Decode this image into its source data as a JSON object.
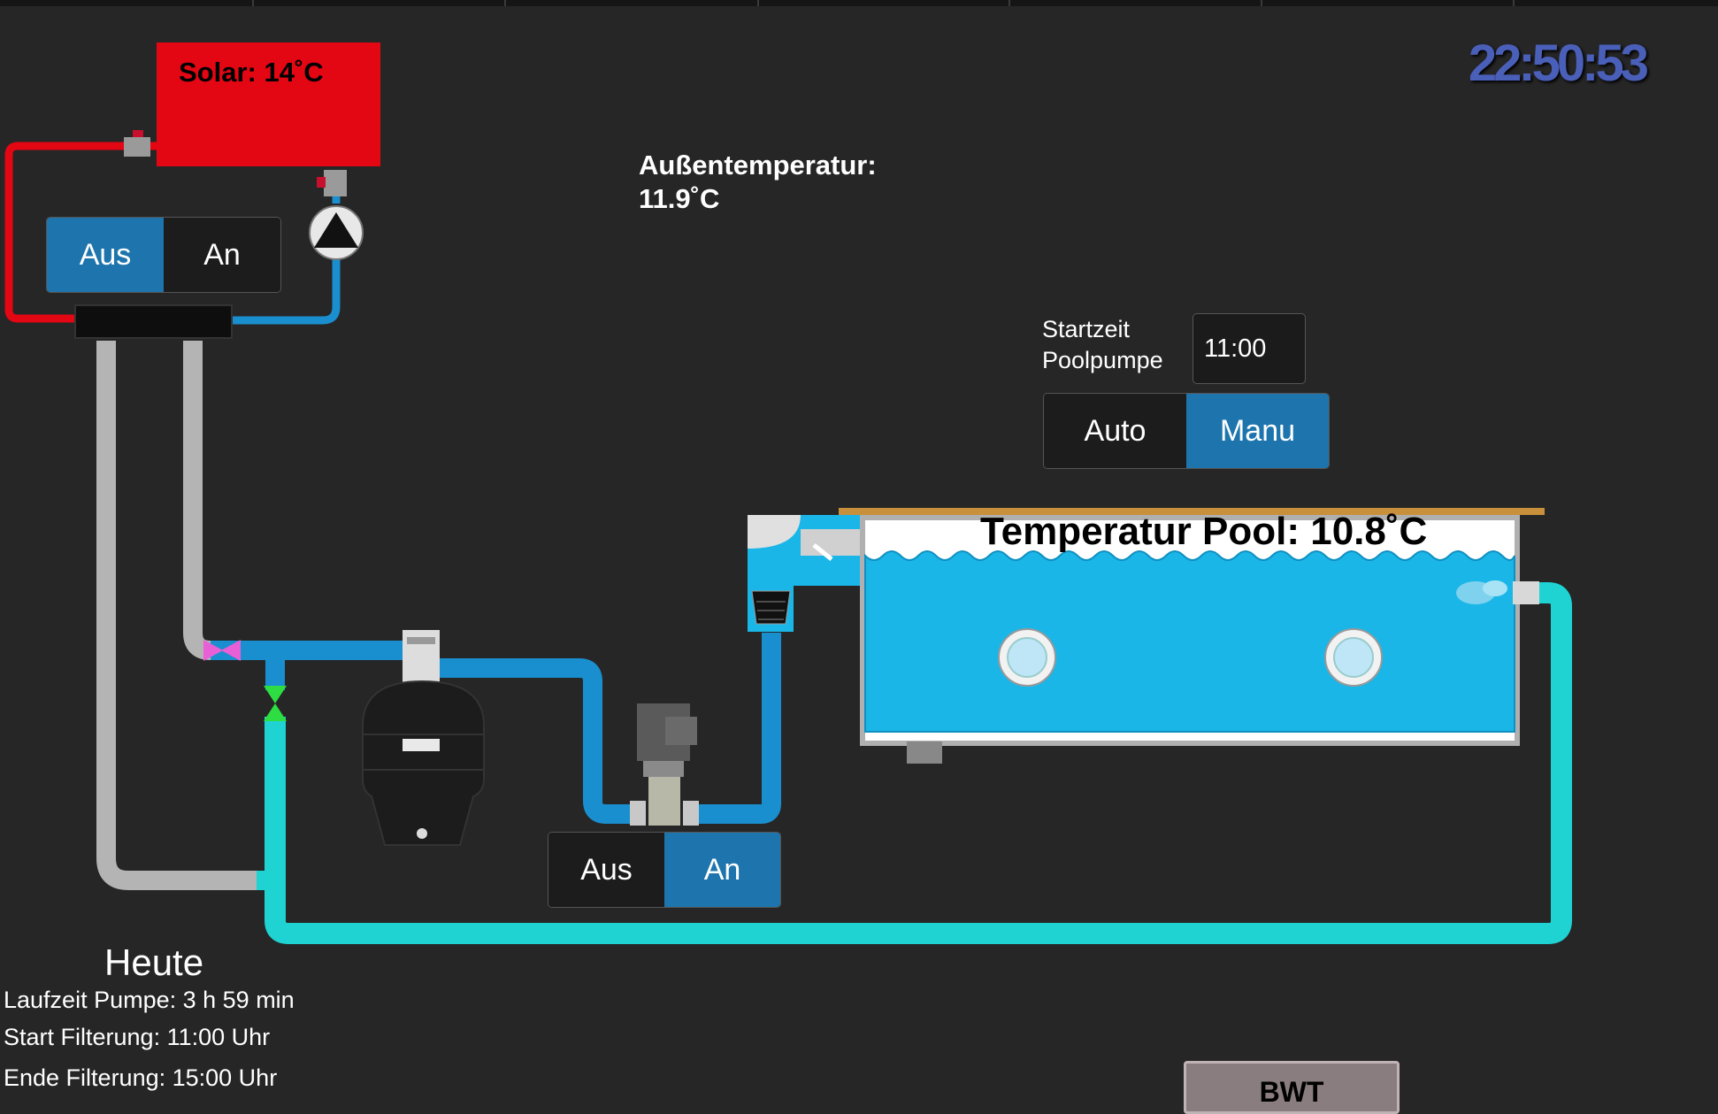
{
  "clock": "22:50:53",
  "solar": {
    "label": "Solar: 14˚C",
    "toggle": {
      "off_label": "Aus",
      "on_label": "An",
      "active": "Aus"
    }
  },
  "outside": {
    "label": "Außentemperatur:",
    "value": "11.9˚C"
  },
  "pool_pump": {
    "start_label_line1": "Startzeit",
    "start_label_line2": "Poolpumpe",
    "start_time": "11:00",
    "mode": {
      "auto_label": "Auto",
      "manual_label": "Manu",
      "active": "Manu"
    },
    "toggle": {
      "off_label": "Aus",
      "on_label": "An",
      "active": "An"
    }
  },
  "pool": {
    "temperature_label": "Temperatur Pool: 10.8˚C"
  },
  "today": {
    "title": "Heute",
    "runtime": "Laufzeit Pumpe: 3 h  59 min",
    "filter_start": "Start Filterung: 11:00 Uhr",
    "filter_end": "Ende Filterung: 15:00 Uhr"
  },
  "bwt_button": "BWT",
  "colors": {
    "background": "#262626",
    "solar_panel": "#e30613",
    "hot_pipe": "#e30613",
    "cold_pipe": "#1a8fd0",
    "return_pipe": "#1fd3d3",
    "grey_pipe": "#b4b4b4",
    "pool_water": "#1ab6e8",
    "toggle_active": "#1e75ad",
    "clock": "#4a5fb8"
  },
  "icons": [
    "valve-pink-icon",
    "valve-green-icon",
    "circulation-pump-icon",
    "sand-filter-icon",
    "pool-pump-icon",
    "skimmer-basket-icon",
    "pool-light-icon",
    "water-inlet-icon",
    "heat-exchanger-icon"
  ]
}
